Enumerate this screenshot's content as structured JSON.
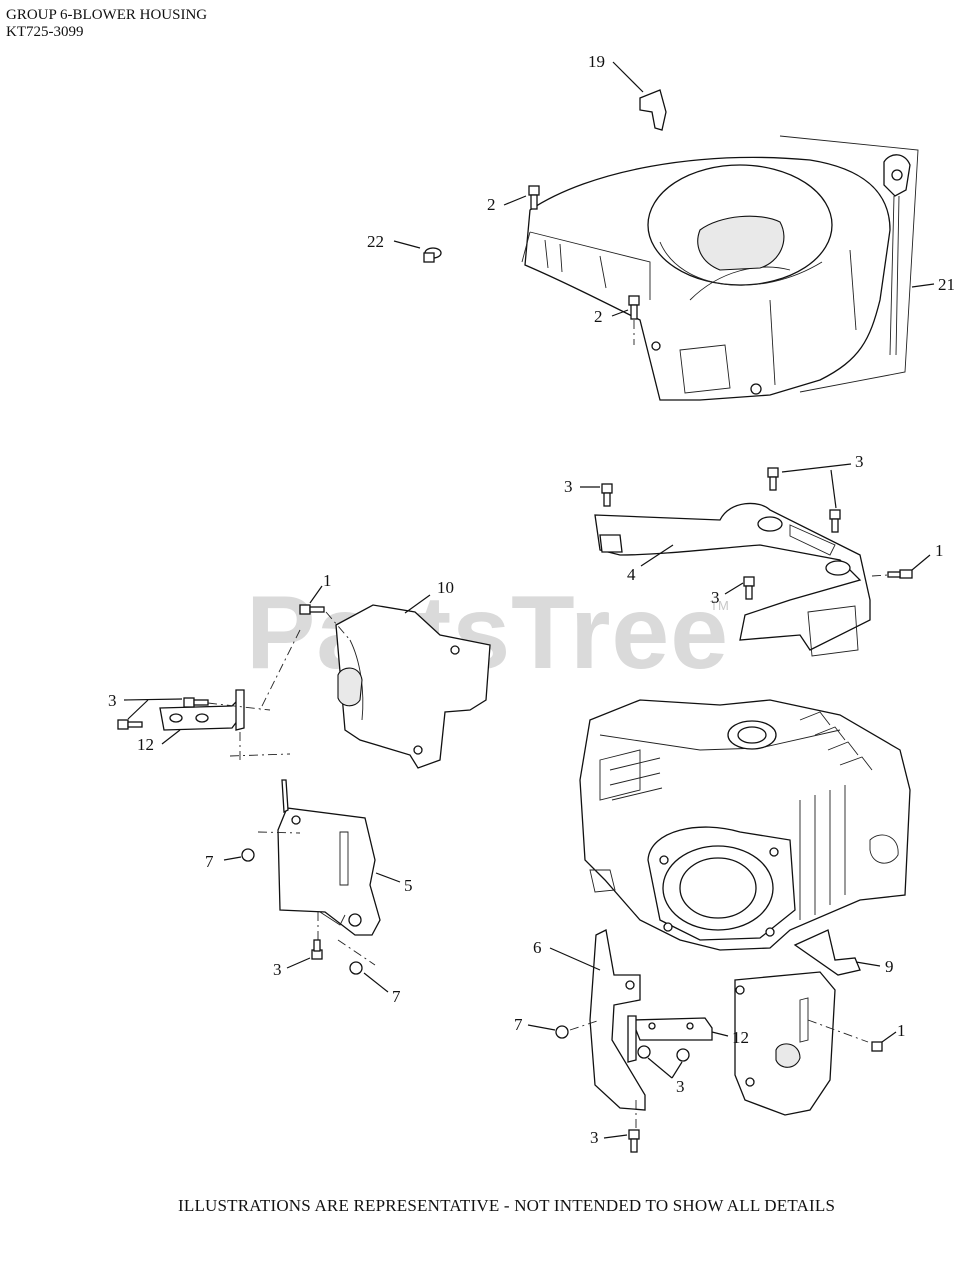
{
  "header": {
    "group_title": "GROUP 6-BLOWER HOUSING",
    "model_number": "KT725-3099"
  },
  "footer": {
    "disclaimer": "ILLUSTRATIONS ARE REPRESENTATIVE - NOT INTENDED TO SHOW ALL DETAILS"
  },
  "watermark": {
    "brand": "PartsTree",
    "trademark": "TM"
  },
  "callouts": {
    "c19": "19",
    "c2a": "2",
    "c22": "22",
    "c2b": "2",
    "c21": "21",
    "c3_top_left": "3",
    "c3_top_right": "3",
    "c1_right": "1",
    "c4": "4",
    "c3_mid": "3",
    "c1_left": "1",
    "c10": "10",
    "c3_left": "3",
    "c12_left": "12",
    "c7_left": "7",
    "c5": "5",
    "c3_lower_left": "3",
    "c7_lower_left": "7",
    "c6": "6",
    "c9": "9",
    "c7_right": "7",
    "c12_right": "12",
    "c1_lower_right": "1",
    "c3_lower_mid": "3",
    "c3_bottom": "3"
  }
}
